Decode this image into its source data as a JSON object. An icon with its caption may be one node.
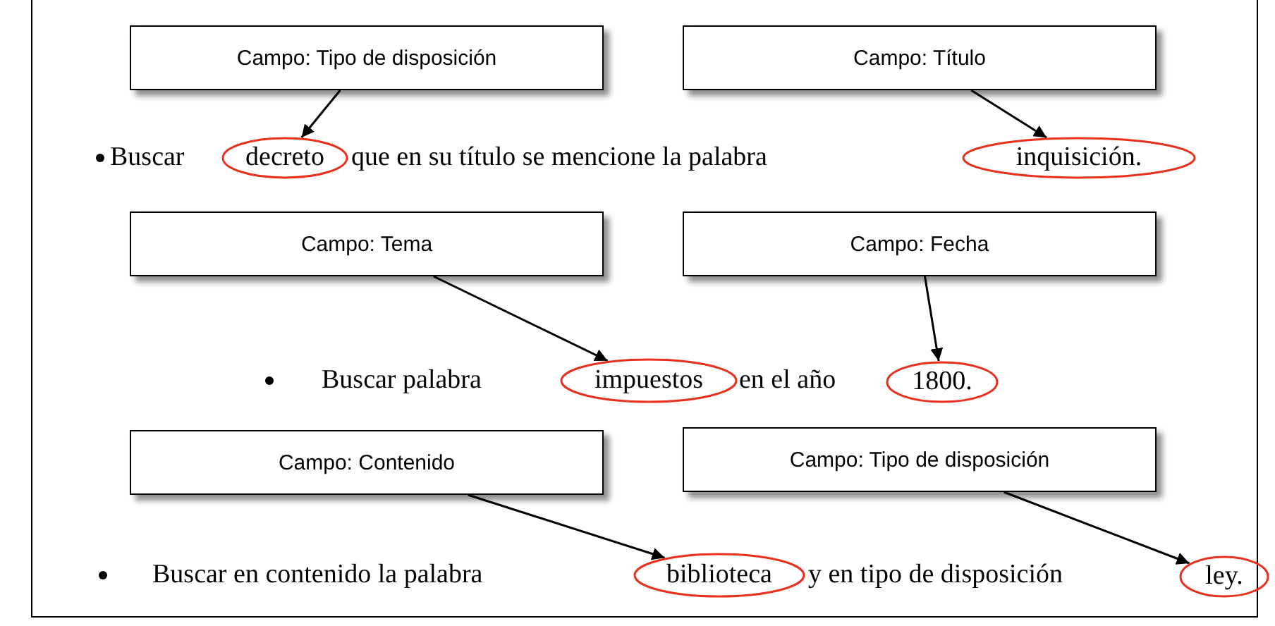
{
  "diagram": {
    "nodes": [
      {
        "text": [
          "Campo: Tipo de disposición"
        ]
      },
      {
        "text": [
          "Campo: Título"
        ]
      },
      {
        "text": [
          "decreto"
        ]
      },
      {
        "text": [
          "inquisición."
        ]
      },
      {
        "text": [
          "Campo: Tema"
        ]
      },
      {
        "text": [
          "Campo: Fecha"
        ]
      },
      {
        "text": [
          "impuestos"
        ]
      },
      {
        "text": [
          "1800."
        ]
      },
      {
        "text": [
          "Campo: Contenido"
        ]
      },
      {
        "text": [
          "Campo: Tipo de disposición"
        ]
      },
      {
        "text": [
          "biblioteca"
        ]
      },
      {
        "text": [
          "ley."
        ]
      }
    ],
    "edges": [
      {
        "from": 0,
        "to": 2,
        "arrow": "to"
      },
      {
        "from": 1,
        "to": 3,
        "arrow": "to"
      },
      {
        "from": 4,
        "to": 6,
        "arrow": "to"
      },
      {
        "from": 5,
        "to": 7,
        "arrow": "to"
      },
      {
        "from": 8,
        "to": 10,
        "arrow": "to"
      },
      {
        "from": 9,
        "to": 11,
        "arrow": "to"
      }
    ],
    "labels": [
      "Buscar",
      "que en su título se mencione la palabra",
      "Buscar palabra",
      "en el año",
      "Buscar en contenido la palabra",
      "y en tipo de disposición"
    ]
  }
}
